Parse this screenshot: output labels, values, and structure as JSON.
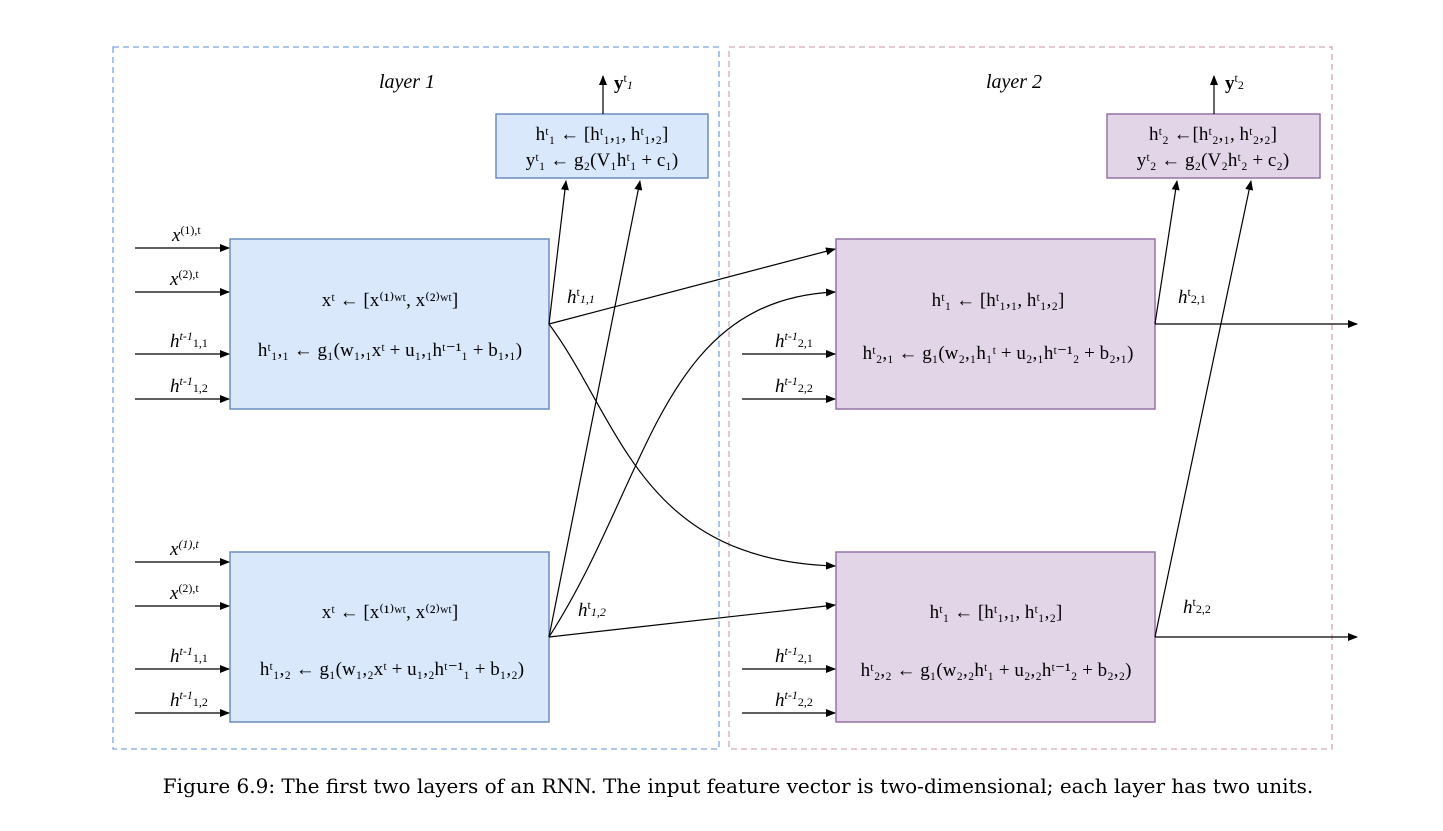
{
  "layers": [
    {
      "title": "layer 1"
    },
    {
      "title": "layer 2"
    }
  ],
  "output_boxes": [
    {
      "output_label": "y",
      "output_sup": "t",
      "output_sub": "1",
      "line1": "hᵗ₁ ← [hᵗ₁,₁, hᵗ₁,₂]",
      "line2": "yᵗ₁ ← g₂(V₁hᵗ₁ + c₁)"
    },
    {
      "output_label": "y",
      "output_sup": "t",
      "output_sub": "2",
      "line1": "hᵗ₂ ←[hᵗ₂,₁, hᵗ₂,₂]",
      "line2": "yᵗ₂ ← g₂(V₂hᵗ₂ + c₂)"
    }
  ],
  "units": [
    {
      "line1": "xᵗ ← [x⁽¹⁾ʷᵗ, x⁽²⁾ʷᵗ]",
      "line2": "hᵗ₁,₁ ← g₁(w₁,₁xᵗ + u₁,₁hᵗ⁻¹₁ + b₁,₁)",
      "inputs": [
        "x(1),t",
        "x(2),t",
        "ht-11,1",
        "ht-11,2"
      ],
      "output": "ht1,1"
    },
    {
      "line1": "xᵗ ← [x⁽¹⁾ʷᵗ, x⁽²⁾ʷᵗ]",
      "line2": "hᵗ₁,₂ ← g₁(w₁,₂xᵗ + u₁,₂hᵗ⁻¹₁ + b₁,₂)",
      "inputs": [
        "x(1),t",
        "x(2),t",
        "ht-11,1",
        "ht-11,2"
      ],
      "output": "ht1,2"
    },
    {
      "line1": "hᵗ₁ ← [hᵗ₁,₁, hᵗ₁,₂]",
      "line2": "hᵗ₂,₁ ← g₁(w₂,₁h₁ᵗ + u₂,₁hᵗ⁻¹₂ + b₂,₁)",
      "inputs": [
        "ht-12,1",
        "ht-12,2"
      ],
      "output": "ht2,1"
    },
    {
      "line1": "hᵗ₁ ← [hᵗ₁,₁, hᵗ₁,₂]",
      "line2": "hᵗ₂,₂ ← g₁(w₂,₂hᵗ₁ + u₂,₂hᵗ⁻¹₂ + b₂,₂)",
      "inputs": [
        "ht-12,1",
        "ht-12,2"
      ],
      "output": "ht2,2"
    }
  ],
  "caption": "Figure 6.9: The first two layers of an RNN. The input feature vector is two-dimensional; each layer has two units.",
  "colors": {
    "layer1_fill": "#dae8fc",
    "layer1_stroke": "#6c8ebf",
    "layer1_dash": "#7ea6e0",
    "layer2_fill": "#e1d5e7",
    "layer2_stroke": "#9673a6",
    "layer2_dash": "#d5a6bd"
  }
}
